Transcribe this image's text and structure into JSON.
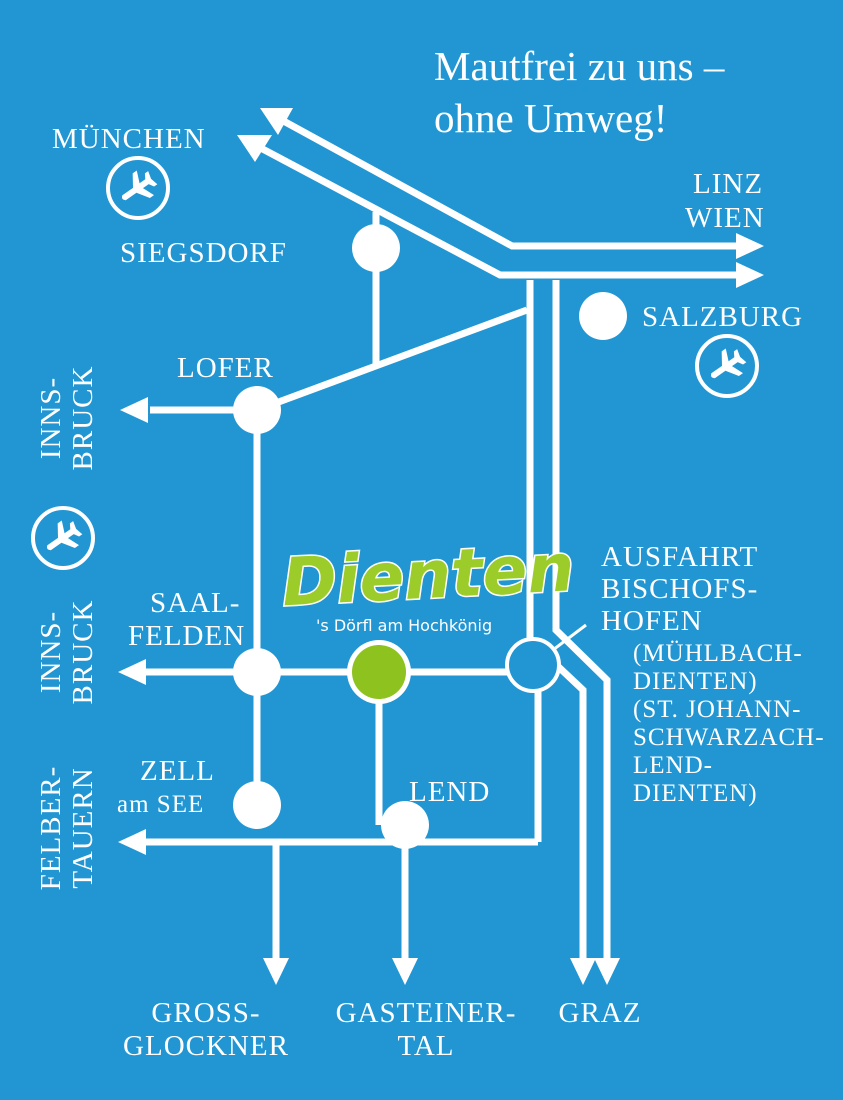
{
  "tagline": {
    "line1": "Mautfrei zu uns –",
    "line2": "ohne Umweg!"
  },
  "logo": {
    "name": "Dienten",
    "subtitle": "'s Dörfl am Hochkönig",
    "color": "#9ccc2a"
  },
  "colors": {
    "background": "#2196d3",
    "roads": "#ffffff",
    "destination": "#8dc21f"
  },
  "places": {
    "muenchen": "MÜNCHEN",
    "siegsdorf": "SIEGSDORF",
    "linz": "LINZ",
    "wien": "WIEN",
    "salzburg": "SALZBURG",
    "lofer": "LOFER",
    "innsbruck_top": [
      "INNS-",
      "BRUCK"
    ],
    "innsbruck_mid": [
      "INNS-",
      "BRUCK"
    ],
    "felbertauern": [
      "FELBER-",
      "TAUERN"
    ],
    "saalfelden": [
      "SAAL-",
      "FELDEN"
    ],
    "zell_am_see": [
      "ZELL",
      "am SEE"
    ],
    "lend": "LEND",
    "ausfahrt": [
      "AUSFAHRT",
      "BISCHOFS-",
      "HOFEN"
    ],
    "ausfahrt_via": [
      "(MÜHLBACH-",
      "DIENTEN)",
      "(ST. JOHANN-",
      "SCHWARZACH-",
      "LEND-",
      "DIENTEN)"
    ],
    "grossglockner": [
      "GROSS-",
      "GLOCKNER"
    ],
    "gasteinertal": [
      "GASTEINER-",
      "TAL"
    ],
    "graz": "GRAZ"
  },
  "icons": [
    "airplane-icon",
    "airplane-icon",
    "airplane-icon"
  ]
}
